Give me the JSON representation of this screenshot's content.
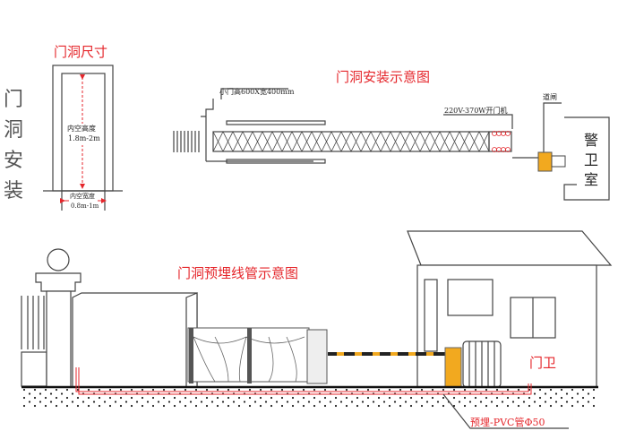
{
  "side_title": [
    "门",
    "洞",
    "安",
    "装"
  ],
  "door_size": {
    "title": "门洞尺寸",
    "height_label": "内空高度",
    "height_value": "1.8m-2m",
    "width_label": "内空宽度",
    "width_value": "0.8m-1m"
  },
  "install_diagram": {
    "title": "门洞安装示意图",
    "small_door": "小门高600X宽400mm",
    "motor": "220V-370W开门机",
    "barrier": "道闸",
    "guard_room": [
      "警",
      "卫",
      "室"
    ]
  },
  "conduit_diagram": {
    "title": "门洞预埋线管示意图",
    "guard_label": "门卫",
    "pipe_label": "预埋-PVC管Φ50"
  },
  "colors": {
    "accent_red": "#e5262b",
    "barrier_orange": "#f2a91f"
  }
}
